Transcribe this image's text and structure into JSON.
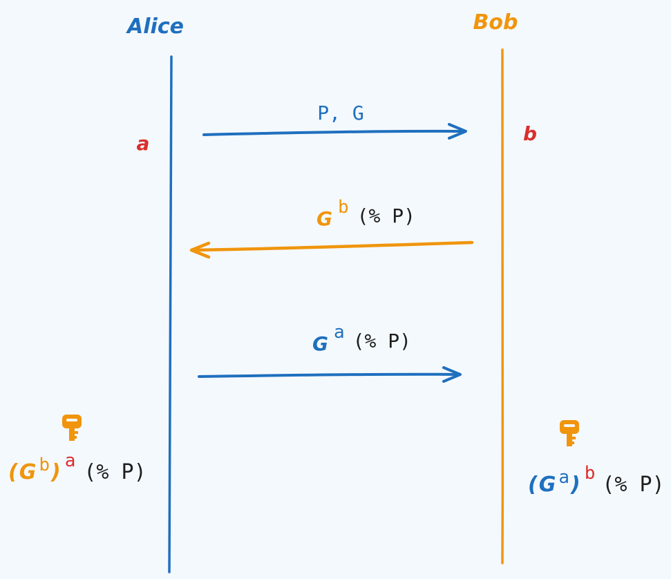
{
  "colors": {
    "alice": "#1f6fbe",
    "bob": "#f0950d",
    "secret": "#d9302c",
    "text": "#1e1e1e",
    "background": "#f4f9fd"
  },
  "participants": {
    "alice": {
      "name": "Alice"
    },
    "bob": {
      "name": "Bob"
    }
  },
  "secrets": {
    "alice": "a",
    "bob": "b"
  },
  "messages": [
    {
      "from": "Alice",
      "to": "Bob",
      "base": "P, G",
      "exp": "",
      "mod": ""
    },
    {
      "from": "Bob",
      "to": "Alice",
      "base": "G",
      "exp": "b",
      "mod": "(% P)"
    },
    {
      "from": "Alice",
      "to": "Bob",
      "base": "G",
      "exp": "a",
      "mod": "(% P)"
    }
  ],
  "shared_keys": {
    "alice": {
      "icon": "key-icon",
      "open": "(",
      "base": "G",
      "inner_exp": "b",
      "close": ")",
      "outer_exp": "a",
      "mod": "(% P)"
    },
    "bob": {
      "icon": "key-icon",
      "open": "(",
      "base": "G",
      "inner_exp": "a",
      "close": ")",
      "outer_exp": "b",
      "mod": "(% P)"
    }
  }
}
